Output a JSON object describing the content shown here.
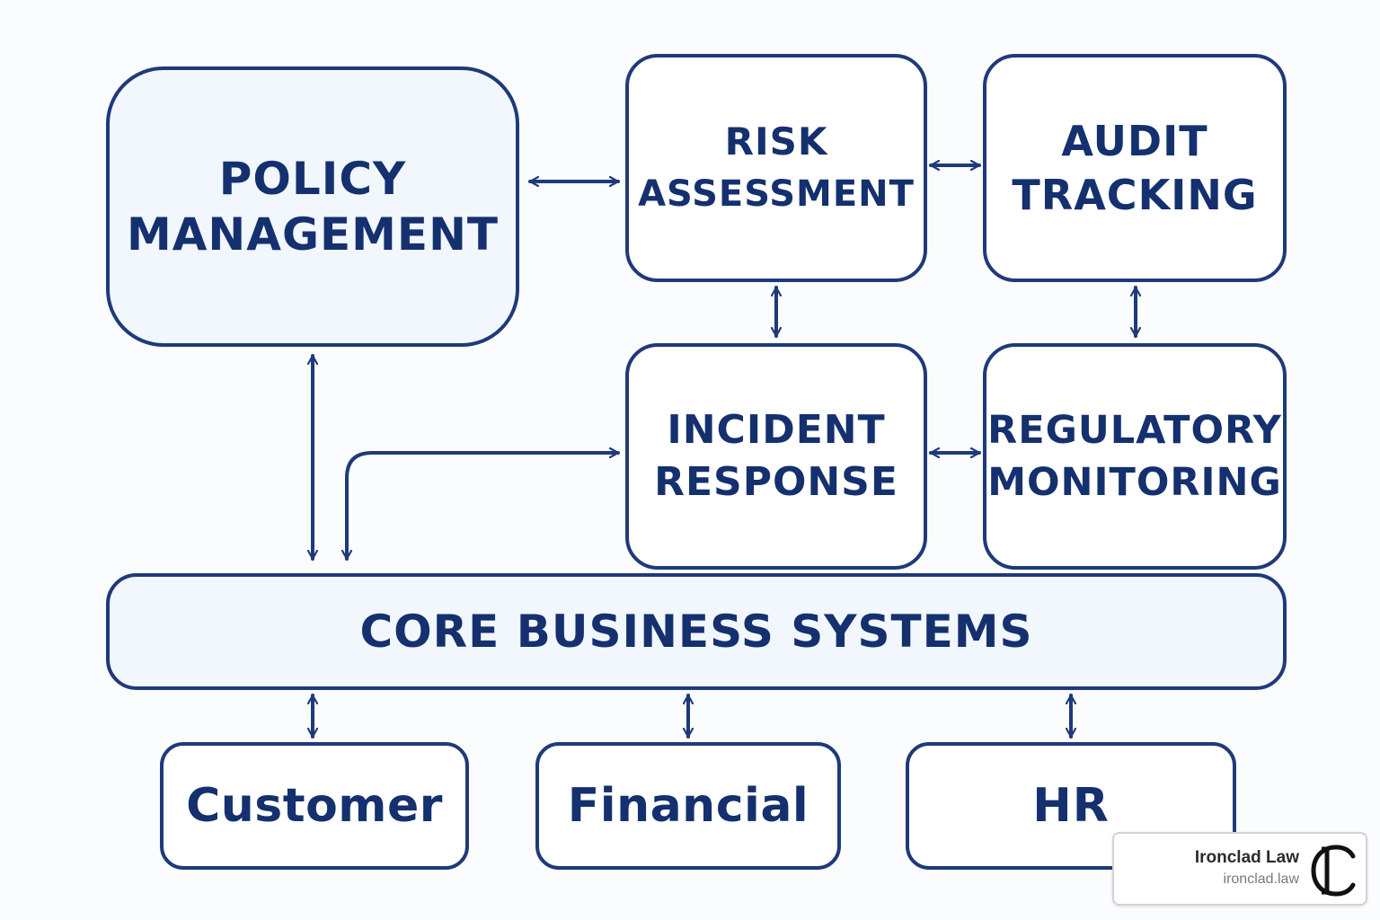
{
  "nodes": {
    "policy": {
      "lines": [
        "POLICY",
        "MANAGEMENT"
      ]
    },
    "risk": {
      "lines": [
        "RISK",
        "ASSESSMENT"
      ]
    },
    "audit": {
      "lines": [
        "AUDIT",
        "TRACKING"
      ]
    },
    "incident": {
      "lines": [
        "INCIDENT",
        "RESPONSE"
      ]
    },
    "regulatory": {
      "lines": [
        "REGULATORY",
        "MONITORING"
      ]
    },
    "core": {
      "label": "CORE BUSINESS SYSTEMS"
    },
    "customer": {
      "label": "Customer"
    },
    "financial": {
      "label": "Financial"
    },
    "hr": {
      "label": "HR"
    }
  },
  "badge": {
    "brand": "Ironclad Law",
    "url": "ironclad.law",
    "logo_icon": "ironclad-monogram-logo"
  },
  "colors": {
    "stroke": "#1f3a7a",
    "text": "#14306e",
    "fill_light": "#f2f6fd",
    "background": "#fbfcfe"
  }
}
